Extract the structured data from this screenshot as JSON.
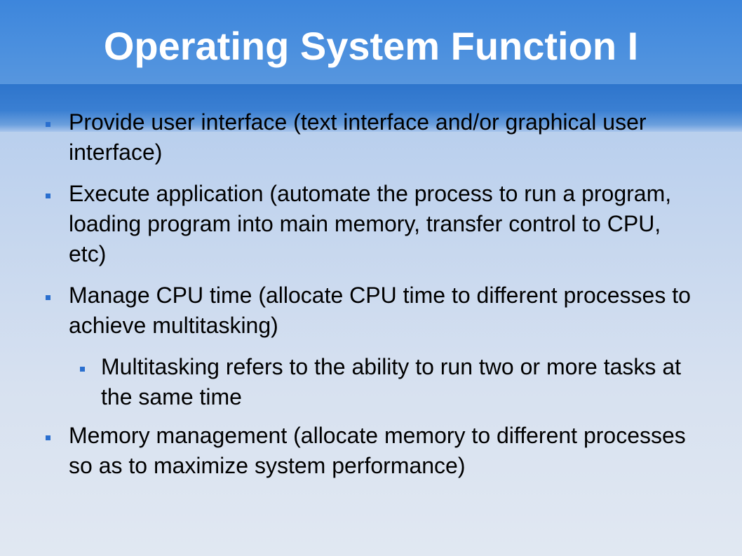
{
  "slide": {
    "title": "Operating System Function I",
    "bullets": [
      {
        "text": "Provide user interface (text interface and/or graphical user interface)",
        "level": 1
      },
      {
        "text": "Execute application (automate the process to run a program, loading program into main memory, transfer control to CPU, etc)",
        "level": 1
      },
      {
        "text": "Manage CPU time (allocate CPU time to different processes to achieve multitasking)",
        "level": 1
      },
      {
        "text": "Multitasking refers to the ability to run two or more tasks at the same time",
        "level": 2
      },
      {
        "text": "Memory management (allocate memory to different processes so as to maximize system performance)",
        "level": 1
      }
    ],
    "colors": {
      "title_band": "#3d86dc",
      "title_text": "#ffffff",
      "bullet_marker": "#2a6fcf",
      "body_text": "#000000"
    }
  }
}
